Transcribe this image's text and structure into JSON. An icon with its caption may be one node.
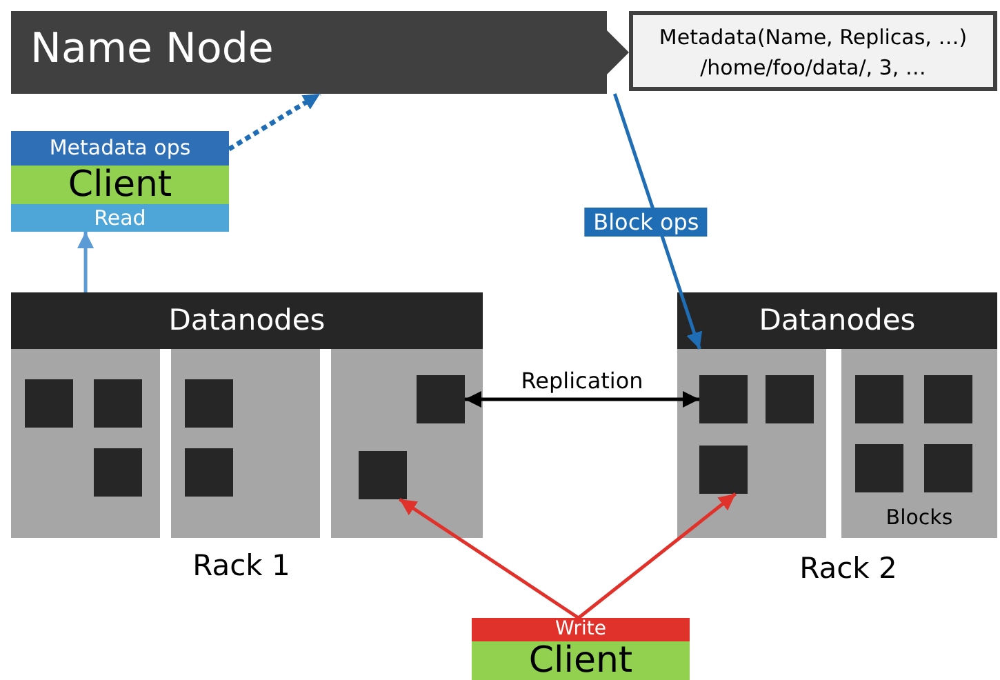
{
  "diagram": {
    "nodes": [
      {
        "text": [
          "Name Node"
        ]
      },
      {
        "text": [
          "Metadata(Name, Replicas, …) /home/foo/data/, 3, …"
        ]
      },
      {
        "text": [
          "Metadata ops",
          "Client",
          "Read"
        ]
      },
      {
        "text": [
          "Datanodes"
        ],
        "beside": [
          "Rack 1"
        ]
      },
      {
        "text": [],
        "shape": "box",
        "in": 3
      },
      {
        "text": [],
        "shape": "box",
        "in": 4
      },
      {
        "text": [],
        "shape": "box",
        "in": 4
      },
      {
        "text": [],
        "shape": "box",
        "in": 4
      },
      {
        "text": [],
        "shape": "box",
        "in": 3
      },
      {
        "text": [],
        "shape": "box",
        "in": 8
      },
      {
        "text": [],
        "shape": "box",
        "in": 8
      },
      {
        "text": [],
        "shape": "box",
        "in": 3
      },
      {
        "text": [],
        "shape": "box",
        "in": 11
      },
      {
        "text": [],
        "shape": "box",
        "in": 11
      },
      {
        "text": [
          "Datanodes"
        ],
        "beside": [
          "Rack 2"
        ]
      },
      {
        "text": [],
        "shape": "box",
        "in": 14
      },
      {
        "text": [],
        "shape": "box",
        "in": 15
      },
      {
        "text": [],
        "shape": "box",
        "in": 15
      },
      {
        "text": [],
        "shape": "box",
        "in": 15
      },
      {
        "text": [
          "Blocks"
        ],
        "in": 14
      },
      {
        "text": [],
        "shape": "box",
        "in": 19
      },
      {
        "text": [],
        "shape": "box",
        "in": 19
      },
      {
        "text": [],
        "shape": "box",
        "in": 19
      },
      {
        "text": [],
        "shape": "box",
        "in": 19
      },
      {
        "text": [
          "Write",
          "Client"
        ]
      }
    ],
    "edges": [
      {
        "from": 2,
        "to": 0,
        "arrow": "to",
        "style": "dashed",
        "color": "#1f6db4"
      },
      {
        "from": 3,
        "to": 2,
        "arrow": "to",
        "color": "#5b9bd5"
      },
      {
        "from": 0,
        "to": 15,
        "arrow": "to",
        "label": "Block ops",
        "color": "#1f6db4"
      },
      {
        "from": 12,
        "to": 16,
        "arrow": "both",
        "label": "Replication",
        "color": "#000000"
      },
      {
        "from": 24,
        "to": 13,
        "arrow": "to",
        "color": "#e0312a"
      },
      {
        "from": 24,
        "to": 18,
        "arrow": "to",
        "color": "#e0312a"
      }
    ]
  }
}
